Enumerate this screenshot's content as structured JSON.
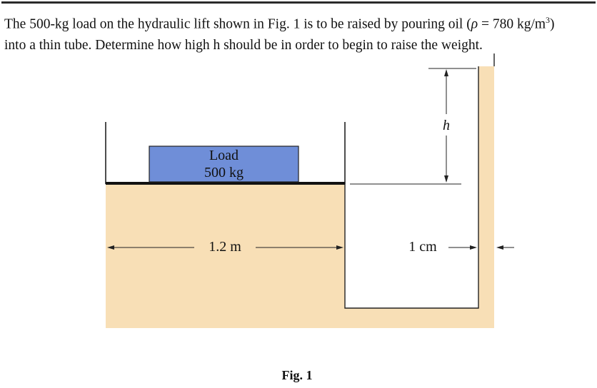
{
  "problem": {
    "line1_a": "The 500-kg load on the hydraulic lift shown in Fig. 1 is to be raised by pouring oil (",
    "rho_symbol": "ρ",
    "line1_b": " = 780 kg/m",
    "line1_exp": "3",
    "line1_c": ")",
    "line2": "into a thin tube. Determine how high h should be in order to begin to raise the weight."
  },
  "figure": {
    "load_label_line1": "Load",
    "load_label_line2": "500 kg",
    "width_label": "1.2 m",
    "height_label": "h",
    "tube_label": "1 cm",
    "caption": "Fig. 1",
    "oil_color": "#f8dfb6",
    "load_color": "#6f8ed8"
  }
}
